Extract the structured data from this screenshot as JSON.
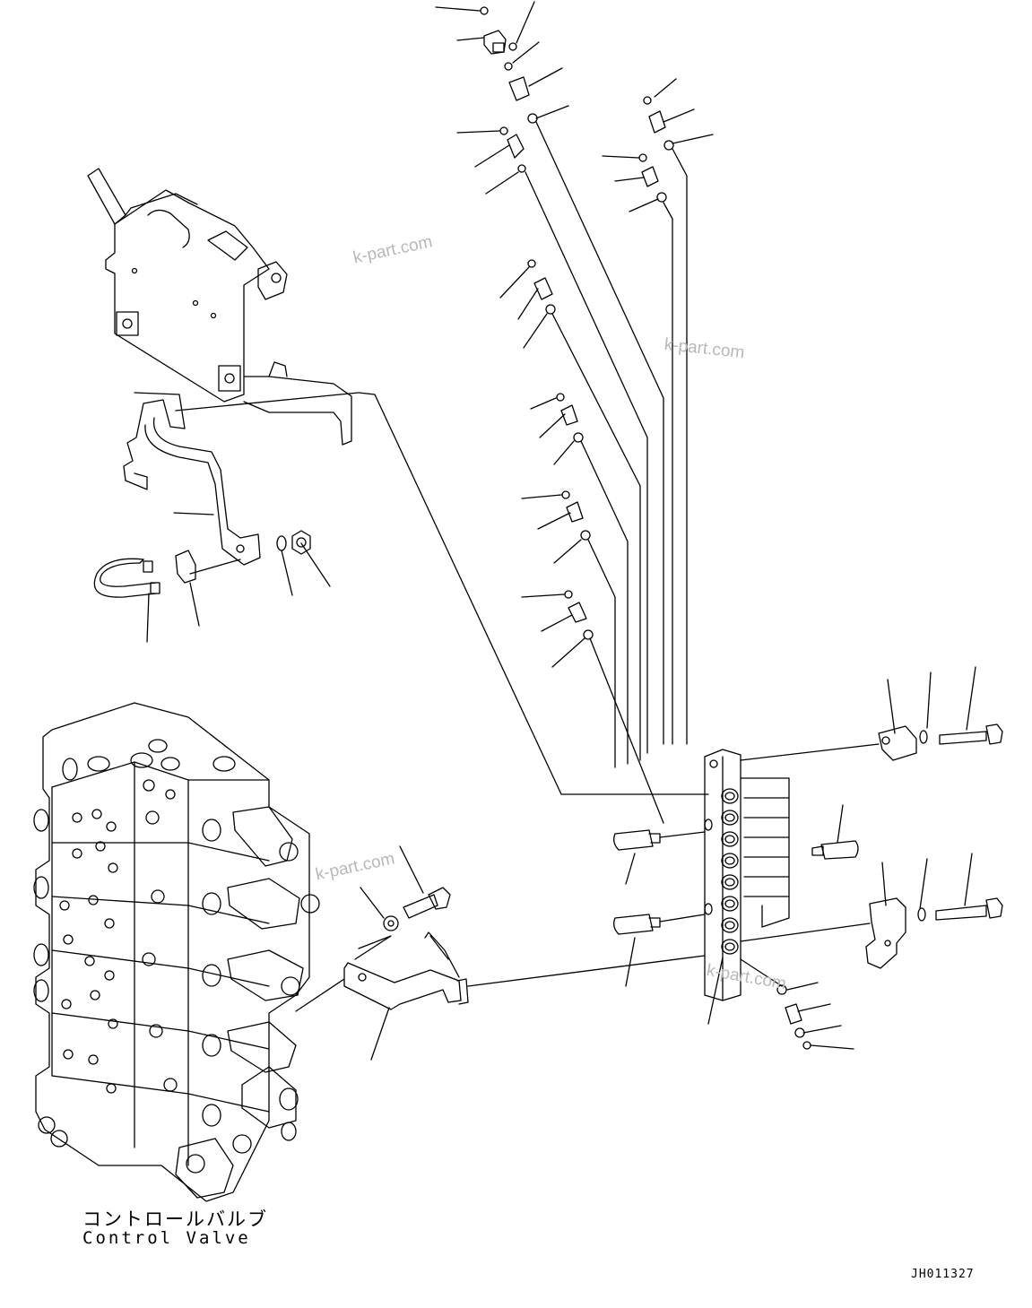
{
  "watermarks": [
    "k-part.com",
    "k-part.com",
    "k-part.com",
    "k-part.com"
  ],
  "caption": {
    "japanese": "コントロールバルブ",
    "english": "Control Valve"
  },
  "drawing_id": "JH011327"
}
